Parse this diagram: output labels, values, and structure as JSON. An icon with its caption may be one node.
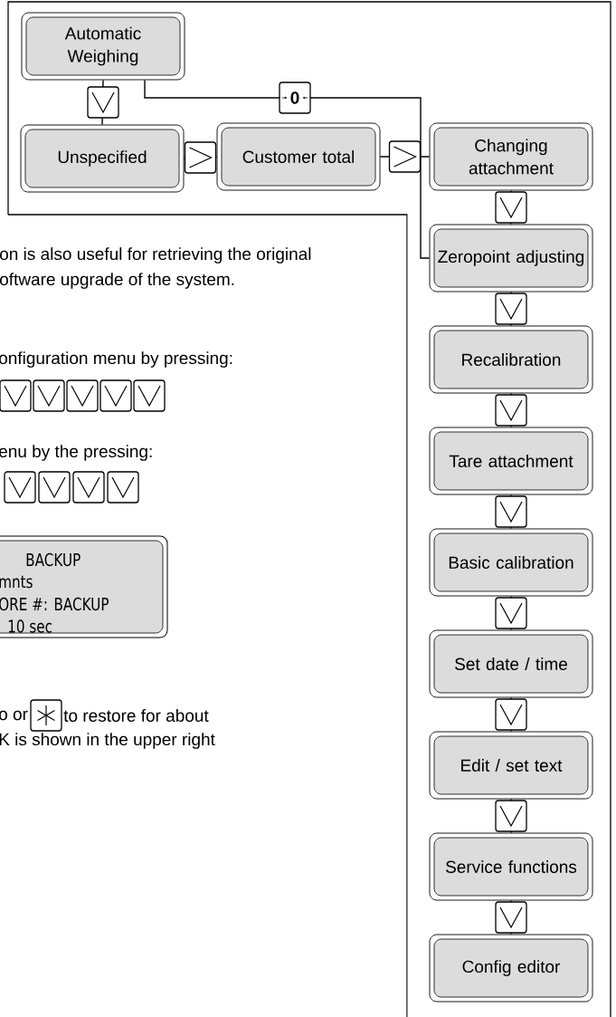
{
  "diagram": {
    "nodes": [
      {
        "text": [
          "Automatic Weighing"
        ]
      },
      {
        "text": [
          "Unspecified"
        ]
      },
      {
        "text": [
          "Customer total"
        ]
      },
      {
        "text": [
          "Changing attachment"
        ]
      },
      {
        "text": [
          "Zeropoint adjusting"
        ]
      },
      {
        "text": [
          "Recalibration"
        ]
      },
      {
        "text": [
          "Tare attachment"
        ]
      },
      {
        "text": [
          "Basic calibration"
        ]
      },
      {
        "text": [
          "Set date / time"
        ]
      },
      {
        "text": [
          "Edit / set text"
        ]
      },
      {
        "text": [
          "Service functions"
        ]
      },
      {
        "text": [
          "Config editor"
        ]
      },
      {
        "text": [
          "BACKUP",
          "mnts",
          "ORE #: BACKUP",
          "10 sec"
        ]
      }
    ],
    "edges": [
      {
        "from": 0,
        "to": 1,
        "arrow": "to"
      },
      {
        "from": 0,
        "to": 4,
        "arrow": "none",
        "label": "0"
      },
      {
        "from": 1,
        "to": 2,
        "arrow": "to"
      },
      {
        "from": 2,
        "to": 3,
        "arrow": "to"
      },
      {
        "from": 3,
        "to": 4,
        "arrow": "to"
      },
      {
        "from": 4,
        "to": 5,
        "arrow": "to"
      },
      {
        "from": 5,
        "to": 6,
        "arrow": "to"
      },
      {
        "from": 6,
        "to": 7,
        "arrow": "to"
      },
      {
        "from": 7,
        "to": 8,
        "arrow": "to"
      },
      {
        "from": 8,
        "to": 9,
        "arrow": "to"
      },
      {
        "from": 9,
        "to": 10,
        "arrow": "to"
      },
      {
        "from": 10,
        "to": 11,
        "arrow": "to"
      }
    ],
    "labels": [
      "on is also useful for retrieving the original",
      "oftware upgrade of the system.",
      "onfiguration menu by pressing:",
      "enu by the pressing:",
      "o or",
      "to restore for about",
      "K is shown in the upper right"
    ]
  }
}
